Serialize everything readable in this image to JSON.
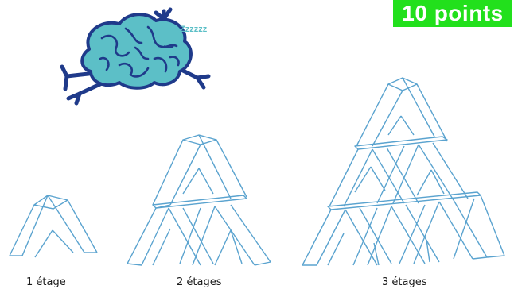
{
  "badge": {
    "label": "10 points",
    "color": "#22e01c"
  },
  "brain": {
    "sleep_text": "Zzzzzz",
    "icon": "sleeping-brain-icon",
    "fill": "#5cbfc7",
    "outline": "#1f3a8a"
  },
  "card_color": "#5aa3cf",
  "captions": {
    "one": "1 étage",
    "two": "2 étages",
    "three": "3 étages"
  }
}
